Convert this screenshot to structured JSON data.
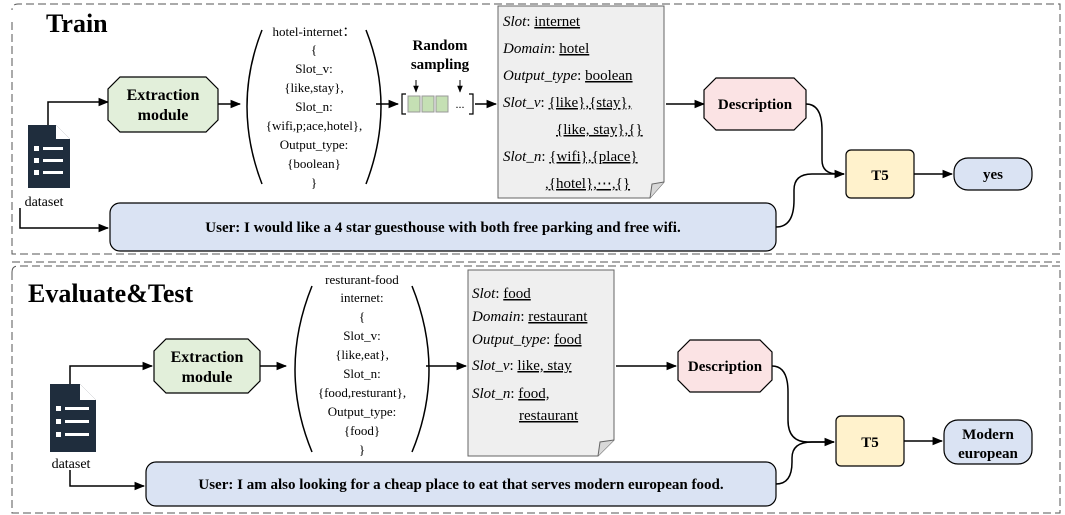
{
  "train": {
    "title": "Train",
    "extraction": [
      "Extraction",
      "module"
    ],
    "dataset_label": "dataset",
    "schema": [
      "hotel-internet：",
      "{",
      "Slot_v:",
      "{like,stay},",
      "Slot_n:",
      "{wifi,p;ace,hotel},",
      "Output_type:",
      "{boolean}",
      "}"
    ],
    "sampling": [
      "Random",
      "sampling"
    ],
    "sampling_ellipsis": "...",
    "doc": {
      "slot_k": "Slot",
      "slot_v": "internet",
      "domain_k": "Domain",
      "domain_v": "hotel",
      "otype_k": "Output_type",
      "otype_v": "boolean",
      "slotv_k": "Slot_v",
      "slotv_v1": "{like},{stay},",
      "slotv_v2": "{like, stay},{}",
      "slotn_k": "Slot_n",
      "slotn_v1": "{wifi},{place}",
      "slotn_v2": ",{hotel},⋯,{}"
    },
    "description": "Description",
    "t5": "T5",
    "output": "yes",
    "utterance": "User: I would like a 4 star guesthouse with both free parking and free wifi."
  },
  "test": {
    "title": "Evaluate&Test",
    "extraction": [
      "Extraction",
      "module"
    ],
    "dataset_label": "dataset",
    "schema": [
      "resturant-food",
      "internet:",
      "{",
      "Slot_v:",
      "{like,eat},",
      "Slot_n:",
      "{food,resturant},",
      "Output_type:",
      "{food}",
      "}"
    ],
    "doc": {
      "slot_k": "Slot",
      "slot_v": "food",
      "domain_k": "Domain",
      "domain_v": "restaurant",
      "otype_k": "Output_type",
      "otype_v": "food",
      "slotv_k": "Slot_v",
      "slotv_v1": "like, stay",
      "slotn_k": "Slot_n",
      "slotn_v1": "food,",
      "slotn_v2": "restaurant"
    },
    "description": "Description",
    "t5": "T5",
    "output": [
      "Modern",
      "european"
    ],
    "utterance": "User: I am also looking for a cheap place to eat that serves modern european food."
  },
  "colors": {
    "extraction_fill": "#e2efda",
    "description_fill": "#fbe3e4",
    "t5_fill": "#fff2cc",
    "output_fill": "#dae3f3",
    "utterance_fill": "#dae3f3",
    "doc_fill": "#efefef",
    "sample_fill": "#c5e0b4",
    "dataset_icon": "#1f2d3d"
  }
}
